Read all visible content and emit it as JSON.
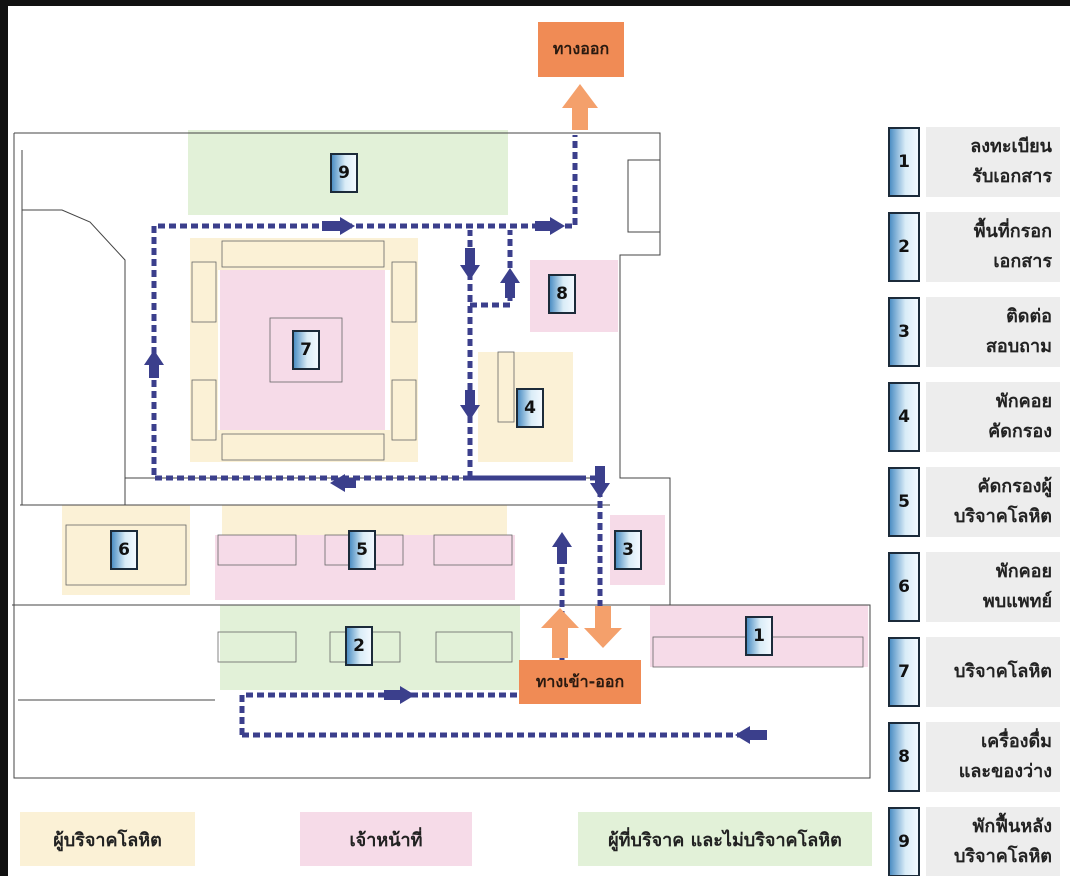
{
  "exit_label": "ทางออก",
  "entrance_label": "ทางเข้า-ออก",
  "zone_numbers": [
    "1",
    "2",
    "3",
    "4",
    "5",
    "6",
    "7",
    "8",
    "9"
  ],
  "legend": [
    {
      "num": "1",
      "line1": "ลงทะเบียน",
      "line2": "รับเอกสาร"
    },
    {
      "num": "2",
      "line1": "พื้นที่กรอก",
      "line2": "เอกสาร"
    },
    {
      "num": "3",
      "line1": "ติดต่อ",
      "line2": "สอบถาม"
    },
    {
      "num": "4",
      "line1": "พักคอย",
      "line2": "คัดกรอง"
    },
    {
      "num": "5",
      "line1": "คัดกรองผู้",
      "line2": "บริจาคโลหิต"
    },
    {
      "num": "6",
      "line1": "พักคอย",
      "line2": "พบแพทย์"
    },
    {
      "num": "7",
      "line1": "บริจาคโลหิต",
      "line2": ""
    },
    {
      "num": "8",
      "line1": "เครื่องดื่ม",
      "line2": "และของว่าง"
    },
    {
      "num": "9",
      "line1": "พักฟื้นหลัง",
      "line2": "บริจาคโลหิต"
    }
  ],
  "color_key": [
    {
      "label": "ผู้บริจาคโลหิต",
      "color": "#fbf1d6"
    },
    {
      "label": "เจ้าหน้าที่",
      "color": "#f6dbe8"
    },
    {
      "label": "ผู้ที่บริจาค และไม่บริจาคโลหิต",
      "color": "#e2f1d8"
    }
  ],
  "colors": {
    "flow_arrow": "#3b3f8c",
    "exit_tag": "#f08b55",
    "number_box_border": "#1c2b3a"
  }
}
